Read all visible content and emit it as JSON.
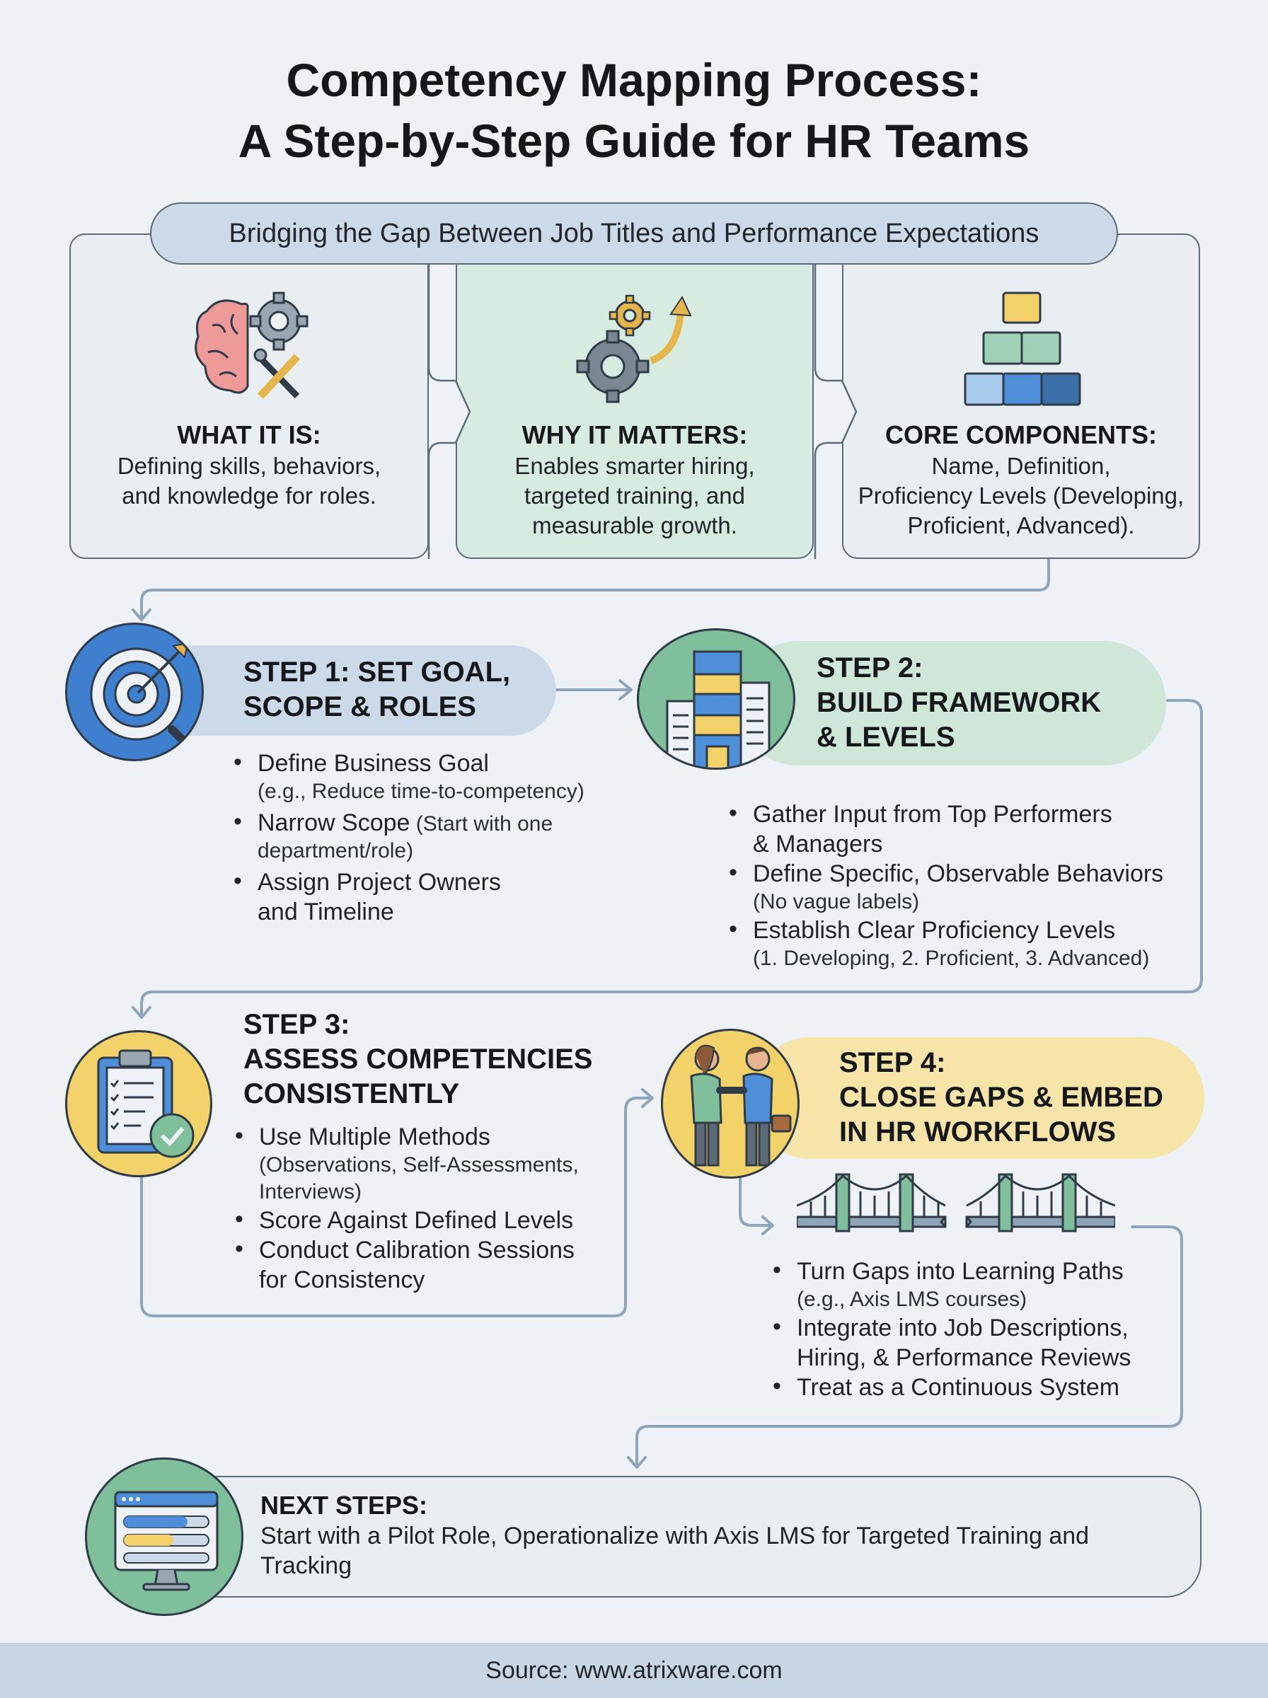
{
  "header": {
    "title_line1": "Competency Mapping Process:",
    "title_line2": "A Step-by-Step Guide for HR Teams",
    "subtitle": "Bridging the Gap Between Job Titles and Performance Expectations"
  },
  "overview": [
    {
      "heading": "WHAT IT IS:",
      "body": [
        "Defining skills, behaviors,",
        "and knowledge for roles."
      ],
      "icon": "brain-gear-tools-icon"
    },
    {
      "heading": "WHY IT MATTERS:",
      "body": [
        "Enables smarter hiring,",
        "targeted training, and",
        "measurable growth."
      ],
      "icon": "gears-arrow-up-icon"
    },
    {
      "heading": "CORE COMPONENTS:",
      "body": [
        "Name, Definition,",
        "Proficiency Levels (Developing,",
        "Proficient, Advanced)."
      ],
      "icon": "block-pyramid-icon"
    }
  ],
  "steps": [
    {
      "title": [
        "STEP 1: SET GOAL,",
        "SCOPE & ROLES"
      ],
      "icon": "target-magnifier-icon",
      "color": "#cbd9e8",
      "bullets": [
        {
          "main": "Define Business Goal",
          "sub": "(e.g., Reduce time-to-competency)"
        },
        {
          "main": "Narrow Scope",
          "main_suffix": " (Start with one",
          "sub": "department/role)"
        },
        {
          "main": "Assign Project Owners",
          "sub": "and Timeline"
        }
      ]
    },
    {
      "title": [
        "STEP 2:",
        "BUILD FRAMEWORK",
        "& LEVELS"
      ],
      "icon": "building-icon",
      "color": "#cfe7d8",
      "bullets": [
        {
          "main": "Gather Input from Top Performers",
          "sub": "& Managers"
        },
        {
          "main": "Define Specific, Observable Behaviors",
          "sub": "(No vague labels)"
        },
        {
          "main": "Establish Clear Proficiency Levels",
          "sub": "(1. Developing, 2. Proficient, 3. Advanced)"
        }
      ]
    },
    {
      "title": [
        "STEP 3:",
        "ASSESS COMPETENCIES",
        "CONSISTENTLY"
      ],
      "icon": "clipboard-check-icon",
      "color": "#f3dc8a",
      "bullets": [
        {
          "main": "Use Multiple Methods",
          "sub": "(Observations, Self-Assessments,",
          "sub2": "Interviews)"
        },
        {
          "main": "Score Against Defined Levels"
        },
        {
          "main": "Conduct Calibration Sessions",
          "sub": "for Consistency"
        }
      ]
    },
    {
      "title": [
        "STEP 4:",
        "CLOSE GAPS & EMBED",
        "IN HR WORKFLOWS"
      ],
      "icon": "handshake-icon",
      "color": "#f6e4a8",
      "bullets": [
        {
          "main": "Turn Gaps into Learning Paths",
          "sub": "(e.g., Axis LMS courses)"
        },
        {
          "main": "Integrate into Job Descriptions,",
          "sub": "Hiring, & Performance Reviews"
        },
        {
          "main": "Treat as a Continuous System"
        }
      ]
    }
  ],
  "next_steps": {
    "heading": "NEXT STEPS:",
    "body_line1": "Start with a Pilot Role, Operationalize with Axis LMS for Targeted Training and",
    "body_line2": "Tracking",
    "icon": "monitor-dashboard-icon"
  },
  "footer": {
    "source": "Source: www.atrixware.com"
  }
}
